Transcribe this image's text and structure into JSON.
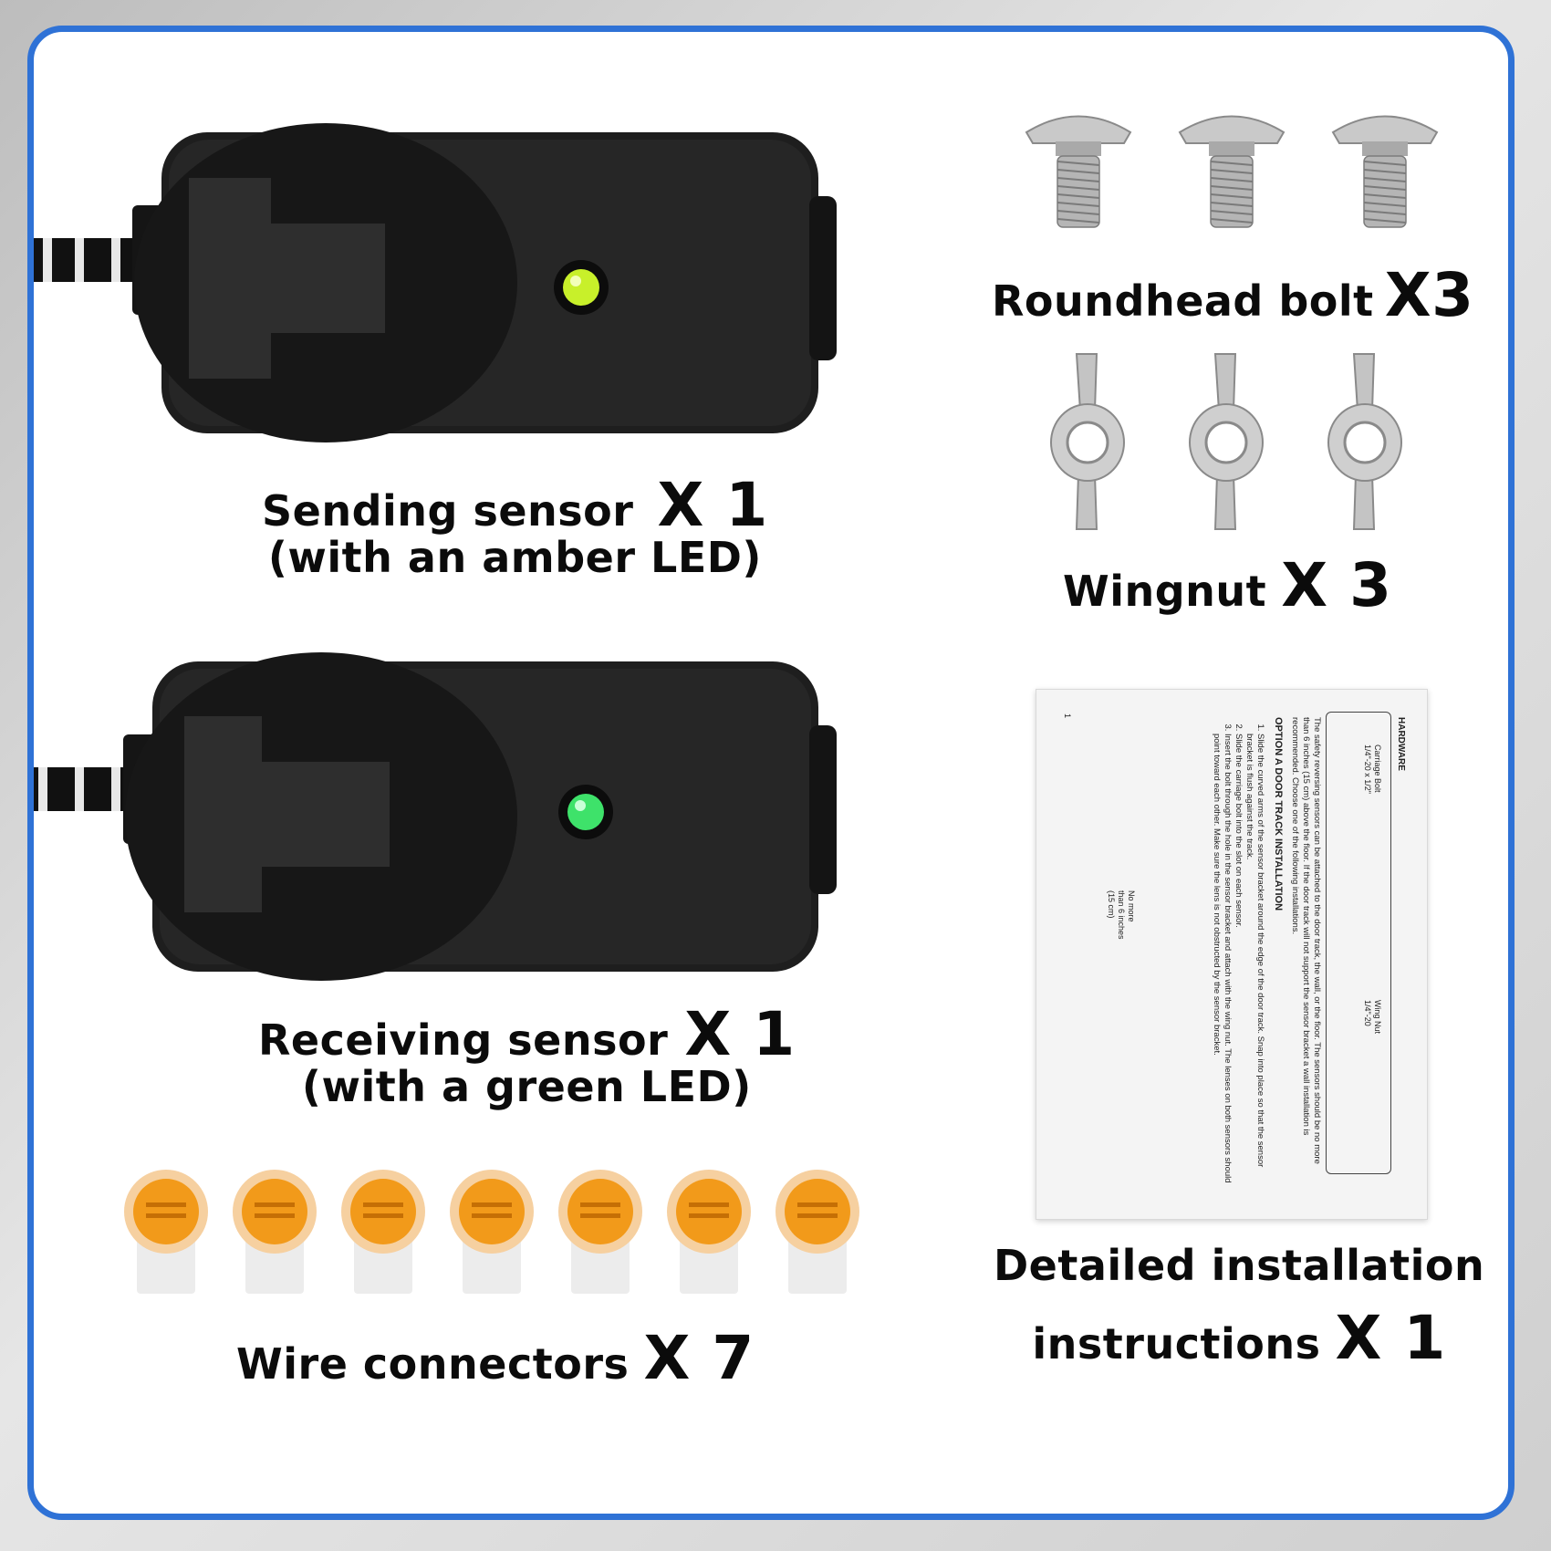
{
  "colors": {
    "frame_border": "#2f72d6",
    "sensor_body": "#1e1e1e",
    "amber_led": "#c8f02a",
    "green_led": "#3ee26a",
    "connector_orange": "#f29a1a",
    "metal": "#bdbdbd"
  },
  "items": {
    "sending_sensor": {
      "label": "Sending sensor",
      "qty": "X 1",
      "note": "(with an amber LED)"
    },
    "receiving_sensor": {
      "label": "Receiving sensor",
      "qty": "X 1",
      "note": "(with a green LED)"
    },
    "wire_connectors": {
      "label": "Wire connectors",
      "qty": "X 7",
      "count": 7
    },
    "roundhead_bolt": {
      "label": "Roundhead bolt",
      "qty": "X3",
      "count": 3
    },
    "wingnut": {
      "label": "Wingnut",
      "qty": "X 3",
      "count": 3
    },
    "instructions": {
      "label_line1": "Detailed installation",
      "label_line2": "instructions",
      "qty": "X 1"
    }
  },
  "sheet": {
    "header": "HARDWARE",
    "carriage_bolt": "Carriage Bolt",
    "carriage_bolt_size": "1/4\"-20 x 1/2\"",
    "wing_nut": "Wing Nut",
    "wing_nut_size": "1/4\"-20",
    "intro": "The safety reversing sensors can be attached to the door track, the wall, or the floor. The sensors should be no more than 6 inches (15 cm) above the floor. If the door track will not support the sensor bracket a wall installation is recommended. Choose one of the following installations.",
    "option_title": "OPTION A DOOR TRACK INSTALLATION",
    "step1": "Slide the curved arms of the sensor bracket around the edge of the door track. Snap into place so that the sensor bracket is flush against the track.",
    "step2": "Slide the carriage bolt into the slot on each sensor.",
    "step3": "Insert the bolt through the hole in the sensor bracket and attach with the wing nut. The lenses on both sensors should point toward each other. Make sure the lens is not obstructed by the sensor bracket.",
    "note_line1": "No more",
    "note_line2": "than 6 inches",
    "note_line3": "(15 cm)",
    "page": "1"
  },
  "icons": [
    "sending-sensor-icon",
    "receiving-sensor-icon",
    "roundhead-bolt-icon",
    "wingnut-icon",
    "wire-connector-icon",
    "instruction-sheet-icon"
  ]
}
